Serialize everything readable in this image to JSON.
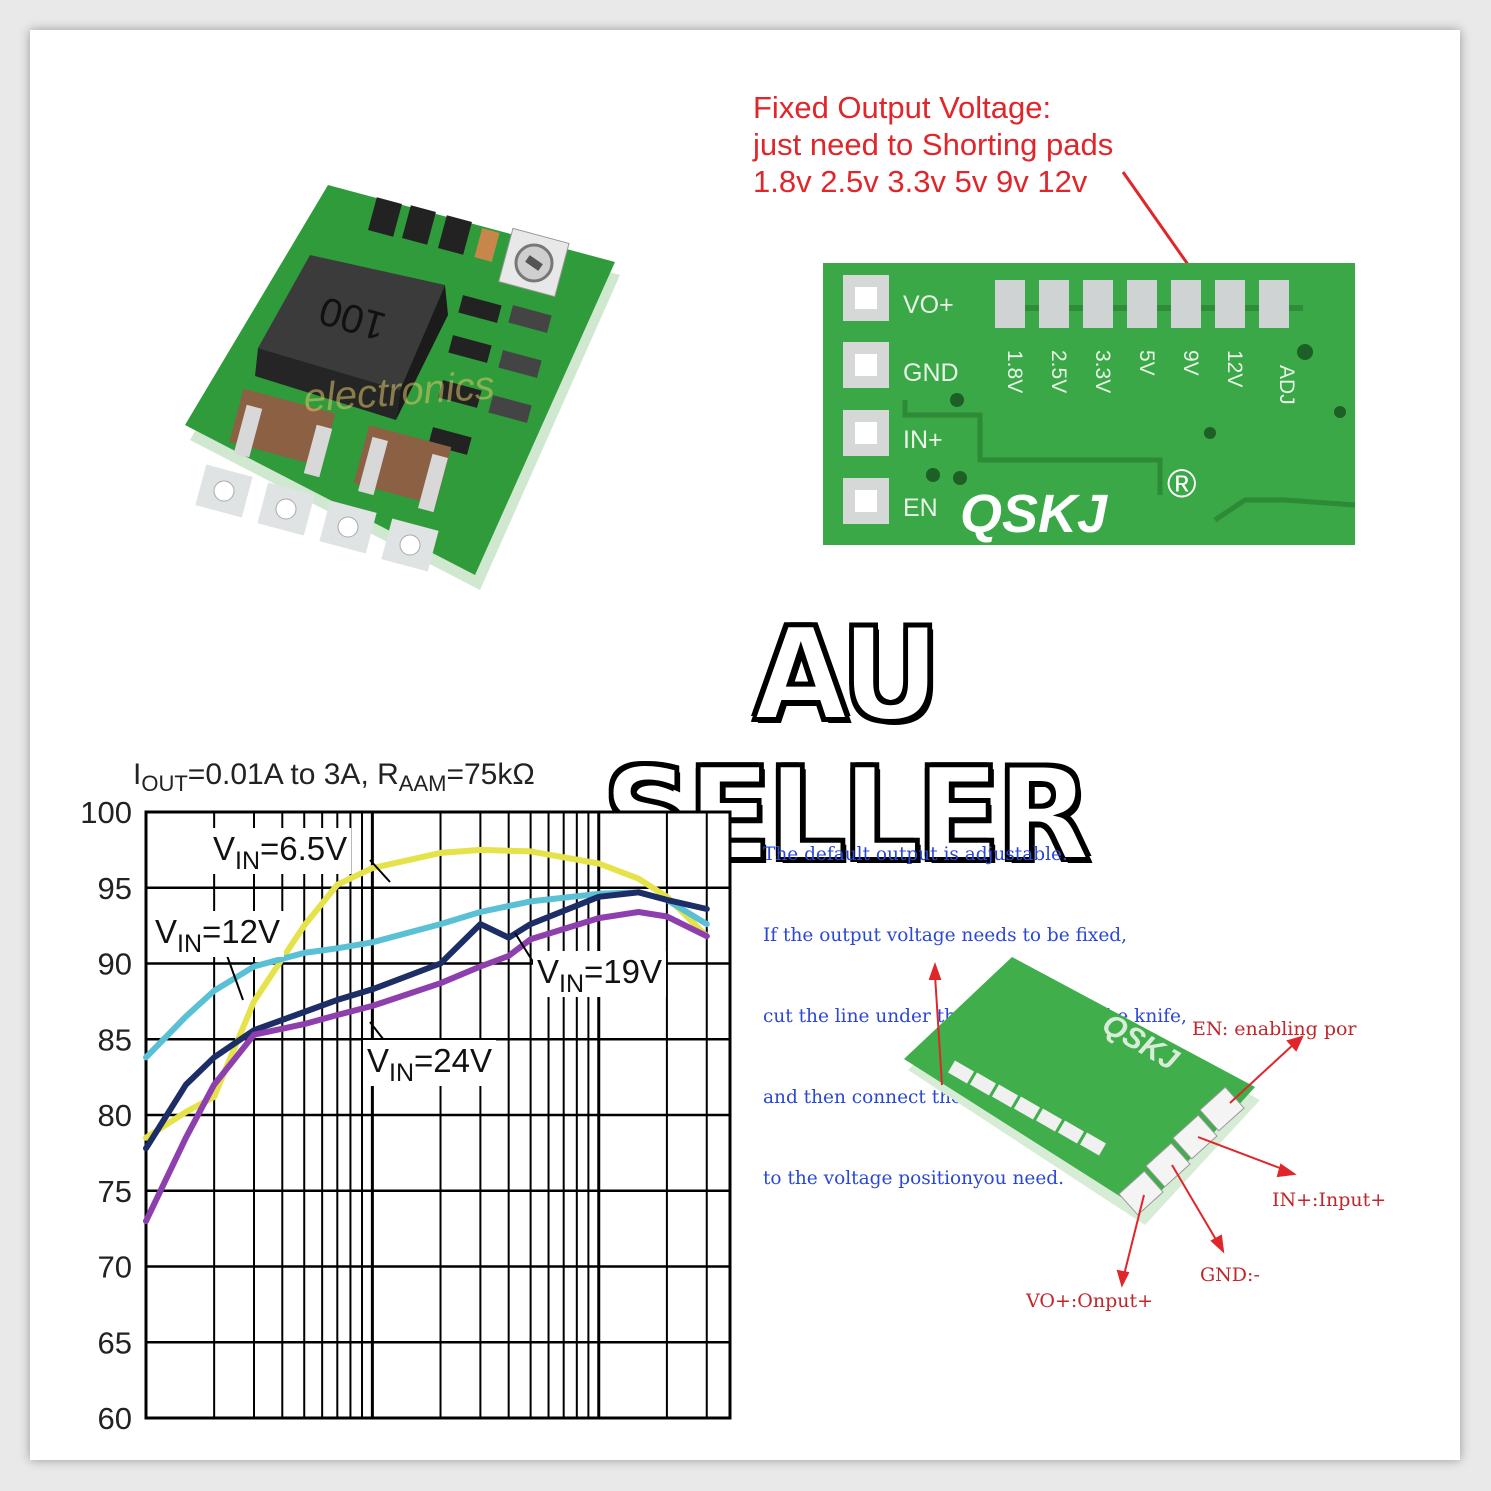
{
  "fixed_output": {
    "line1": "Fixed Output Voltage:",
    "line2": "just need to Shorting pads",
    "line3": "1.8v 2.5v 3.3v 5v 9v 12v"
  },
  "board_top": {
    "inductor_marking": "100",
    "watermark": "electronics"
  },
  "board_back": {
    "pin_labels": [
      "VO+",
      "GND",
      "IN+",
      "EN"
    ],
    "pad_voltages": [
      "1.8V",
      "2.5V",
      "3.3V",
      "5V",
      "9V",
      "12V",
      "ADJ"
    ],
    "brand": "QSKJ",
    "reg_mark": "®"
  },
  "banner": "AU SELLER",
  "note": {
    "lines": [
      "The default output is adjustable.",
      "If the output voltage needs to be fixed,",
      "cut the line under the red line with the knife,",
      "and then connect the soldering plate",
      "to the voltage positionyou need."
    ]
  },
  "pin_callouts": {
    "en": "EN: enabling por",
    "in": "IN+:Input+",
    "gnd": "GND:-",
    "vo": "VO+:Onput+"
  },
  "chart_data": {
    "type": "line",
    "title_parts": {
      "i": "I",
      "i_sub": "OUT",
      "mid": "=0.01A to 3A, R",
      "r_sub": "AAM",
      "end": "=75kΩ"
    },
    "xscale": "log",
    "xlabel": "",
    "ylabel": "",
    "ylim": [
      60,
      100
    ],
    "yticks": [
      100,
      95,
      90,
      85,
      80,
      75,
      70,
      65,
      60
    ],
    "grid": true,
    "series": [
      {
        "name": "VIN=6.5V",
        "color": "#e6e24a",
        "x": [
          0.01,
          0.015,
          0.02,
          0.03,
          0.05,
          0.07,
          0.1,
          0.2,
          0.3,
          0.5,
          1.0,
          1.5,
          2.0,
          3.0
        ],
        "y": [
          78.5,
          80.2,
          81.2,
          87.5,
          92.5,
          95.2,
          96.3,
          97.3,
          97.5,
          97.4,
          96.6,
          95.6,
          94.4,
          91.8
        ]
      },
      {
        "name": "VIN=12V",
        "color": "#59c0d6",
        "x": [
          0.01,
          0.015,
          0.02,
          0.03,
          0.05,
          0.07,
          0.1,
          0.2,
          0.3,
          0.5,
          1.0,
          1.5,
          2.0,
          3.0
        ],
        "y": [
          83.8,
          86.5,
          88.2,
          89.8,
          90.7,
          91.0,
          91.4,
          92.6,
          93.4,
          94.1,
          94.6,
          94.7,
          94.2,
          92.6
        ]
      },
      {
        "name": "VIN=19V",
        "color": "#1d2d66",
        "x": [
          0.01,
          0.015,
          0.02,
          0.03,
          0.05,
          0.07,
          0.1,
          0.2,
          0.3,
          0.4,
          0.5,
          1.0,
          1.5,
          2.0,
          3.0
        ],
        "y": [
          77.8,
          82.0,
          83.8,
          85.6,
          86.8,
          87.6,
          88.3,
          90.0,
          92.6,
          91.7,
          92.6,
          94.4,
          94.7,
          94.2,
          93.6
        ]
      },
      {
        "name": "VIN=24V",
        "color": "#8e3fae",
        "x": [
          0.01,
          0.015,
          0.02,
          0.03,
          0.05,
          0.07,
          0.1,
          0.2,
          0.3,
          0.4,
          0.5,
          1.0,
          1.5,
          2.0,
          3.0
        ],
        "y": [
          73.0,
          78.5,
          82.0,
          85.3,
          86.0,
          86.6,
          87.2,
          88.7,
          89.8,
          90.5,
          91.6,
          93.0,
          93.4,
          93.1,
          91.8
        ]
      }
    ],
    "labels": [
      {
        "text": "VIN=6.5V",
        "v": "V",
        "sub": "IN",
        "val": "=6.5V"
      },
      {
        "text": "VIN=12V",
        "v": "V",
        "sub": "IN",
        "val": "=12V"
      },
      {
        "text": "VIN=19V",
        "v": "V",
        "sub": "IN",
        "val": "=19V"
      },
      {
        "text": "VIN=24V",
        "v": "V",
        "sub": "IN",
        "val": "=24V"
      }
    ]
  }
}
